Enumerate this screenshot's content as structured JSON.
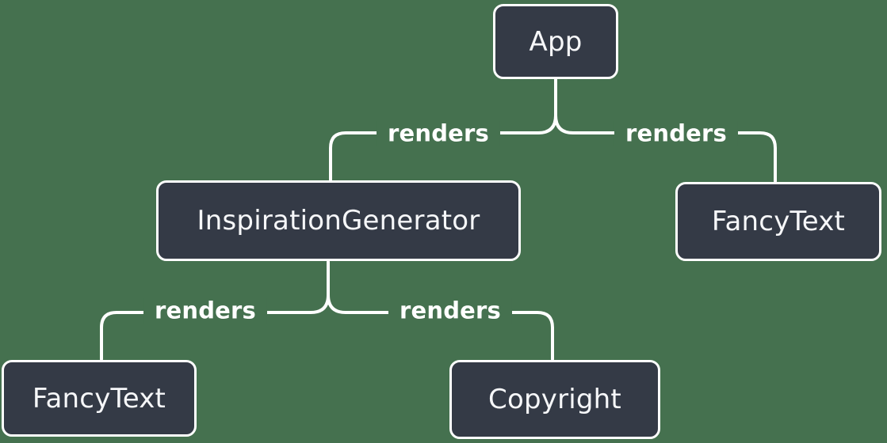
{
  "diagram": {
    "type": "tree",
    "colors": {
      "background": "#45714F",
      "node_fill": "#343A46",
      "node_border": "#FFFFFF",
      "node_text": "#F6F7F9",
      "line": "#FFFFFF"
    },
    "nodes": [
      {
        "id": "app",
        "label": "App"
      },
      {
        "id": "inspiration-generator",
        "label": "InspirationGenerator"
      },
      {
        "id": "fancy-text-top",
        "label": "FancyText"
      },
      {
        "id": "fancy-text-bottom",
        "label": "FancyText"
      },
      {
        "id": "copyright",
        "label": "Copyright"
      }
    ],
    "edges": [
      {
        "from": "App",
        "to": "InspirationGenerator",
        "label": "renders"
      },
      {
        "from": "App",
        "to": "FancyText",
        "label": "renders"
      },
      {
        "from": "InspirationGenerator",
        "to": "FancyText",
        "label": "renders"
      },
      {
        "from": "InspirationGenerator",
        "to": "Copyright",
        "label": "renders"
      }
    ]
  }
}
